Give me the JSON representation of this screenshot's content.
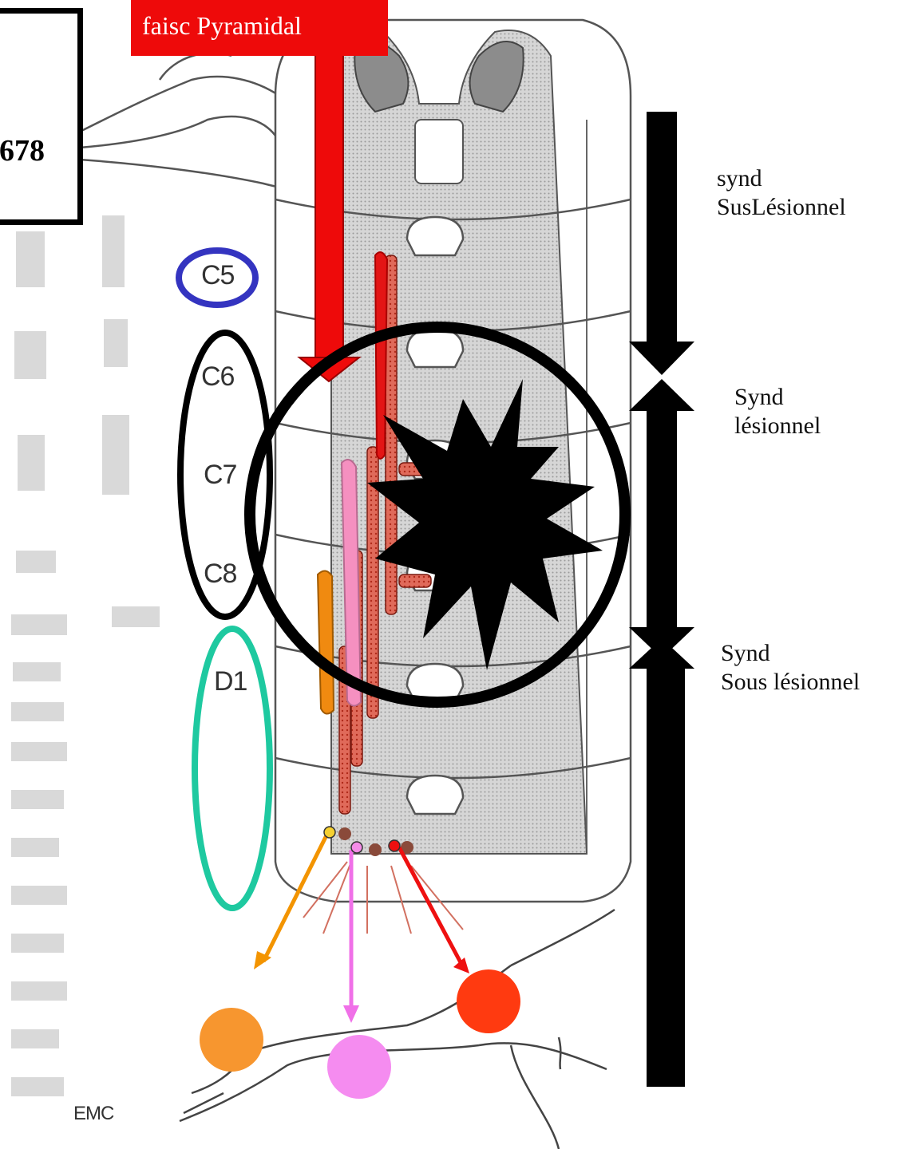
{
  "labels": {
    "pyramidal_tract": "faisc Pyramidal",
    "code_fragment": "678",
    "supra_lesional": [
      "synd",
      "SusLésionnel"
    ],
    "lesional": [
      "Synd",
      "lésionnel"
    ],
    "sub_lesional": [
      "Synd",
      "Sous lésionnel"
    ],
    "source": "EMC"
  },
  "segments": [
    "C5",
    "C6",
    "C7",
    "C8",
    "D1"
  ],
  "colors": {
    "pyramidal": "#ee0a0a",
    "c5_ring": "#3434c0",
    "c6_c8_ring": "#000000",
    "d1_ring": "#1ec9a0",
    "orange_tract": "#f08a10",
    "pink_tract": "#f590c0",
    "target_red": "#ff3a10",
    "target_orange": "#f7962f",
    "target_pink": "#f58cf0"
  }
}
